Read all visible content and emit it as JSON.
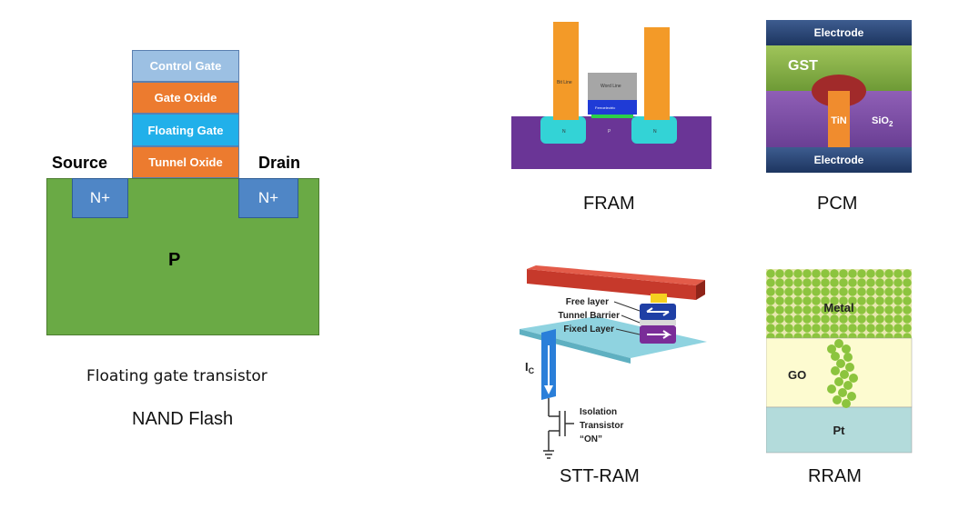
{
  "nand": {
    "layers": [
      "Control Gate",
      "Gate Oxide",
      "Floating Gate",
      "Tunnel Oxide"
    ],
    "source": "Source",
    "drain": "Drain",
    "n_left": "N+",
    "n_right": "N+",
    "substrate": "P",
    "subtitle": "Floating gate transistor",
    "title": "NAND Flash"
  },
  "fram": {
    "bit_line": "Bit Line",
    "word_line": "Word Line",
    "ferro": "Ferroelectric",
    "n1": "N",
    "p": "P",
    "n2": "N",
    "caption": "FRAM"
  },
  "pcm": {
    "top": "Electrode",
    "gst": "GST",
    "tin": "TiN",
    "sio2": "SiO",
    "sio2_sub": "2",
    "bottom": "Electrode",
    "caption": "PCM"
  },
  "stt": {
    "free": "Free layer",
    "tunnel": "Tunnel Barrier",
    "fixed": "Fixed Layer",
    "ic": "I",
    "ic_sub": "C",
    "iso1": "Isolation",
    "iso2": "Transistor",
    "iso3": "“ON”",
    "caption": "STT-RAM"
  },
  "rram": {
    "metal": "Metal",
    "go": "GO",
    "pt": "Pt",
    "caption": "RRAM"
  }
}
